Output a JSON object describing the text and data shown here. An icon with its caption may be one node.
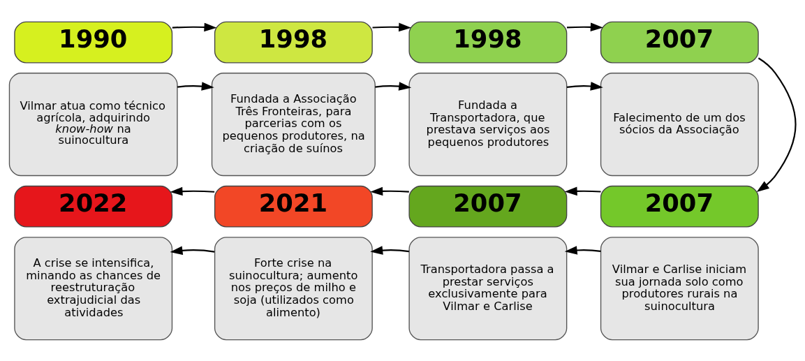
{
  "diagram": {
    "nodes": [
      {
        "text": [
          "1990"
        ]
      },
      {
        "text": [
          "Vilmar atua como técnico agrícola, adquirindo *know-how* na suinocultura"
        ]
      },
      {
        "text": [
          "1998"
        ]
      },
      {
        "text": [
          "Fundada a Associação Três Fronteiras, para parcerias com os pequenos produtores, na criação de suínos"
        ]
      },
      {
        "text": [
          "1998"
        ]
      },
      {
        "text": [
          "Fundada a Transportadora, que prestava serviços aos pequenos produtores"
        ]
      },
      {
        "text": [
          "2007"
        ]
      },
      {
        "text": [
          "Falecimento de um dos sócios da Associação"
        ]
      },
      {
        "text": [
          "2022"
        ]
      },
      {
        "text": [
          "A crise se intensifica, minando as chances de reestruturação extrajudicial das atividades"
        ]
      },
      {
        "text": [
          "2021"
        ]
      },
      {
        "text": [
          "Forte crise na suinocultura; aumento nos preços de milho e soja (utilizados como alimento)"
        ]
      },
      {
        "text": [
          "2007"
        ]
      },
      {
        "text": [
          "Transportadora passa a prestar serviços exclusivamente para Vilmar e Carlise"
        ]
      },
      {
        "text": [
          "2007"
        ]
      },
      {
        "text": [
          "Vilmar e Carlise iniciam sua jornada solo como produtores rurais na suinocultura"
        ]
      }
    ],
    "edges": [
      {
        "from": 0,
        "to": 2,
        "arrow": "to"
      },
      {
        "from": 1,
        "to": 3,
        "arrow": "to"
      },
      {
        "from": 2,
        "to": 4,
        "arrow": "to"
      },
      {
        "from": 3,
        "to": 5,
        "arrow": "to"
      },
      {
        "from": 4,
        "to": 6,
        "arrow": "to"
      },
      {
        "from": 5,
        "to": 7,
        "arrow": "to"
      },
      {
        "from": 6,
        "to": 14,
        "arrow": "to"
      },
      {
        "from": 14,
        "to": 12,
        "arrow": "to"
      },
      {
        "from": 15,
        "to": 13,
        "arrow": "to"
      },
      {
        "from": 12,
        "to": 10,
        "arrow": "to"
      },
      {
        "from": 13,
        "to": 11,
        "arrow": "to"
      },
      {
        "from": 10,
        "to": 8,
        "arrow": "to"
      },
      {
        "from": 11,
        "to": 9,
        "arrow": "to"
      }
    ]
  }
}
